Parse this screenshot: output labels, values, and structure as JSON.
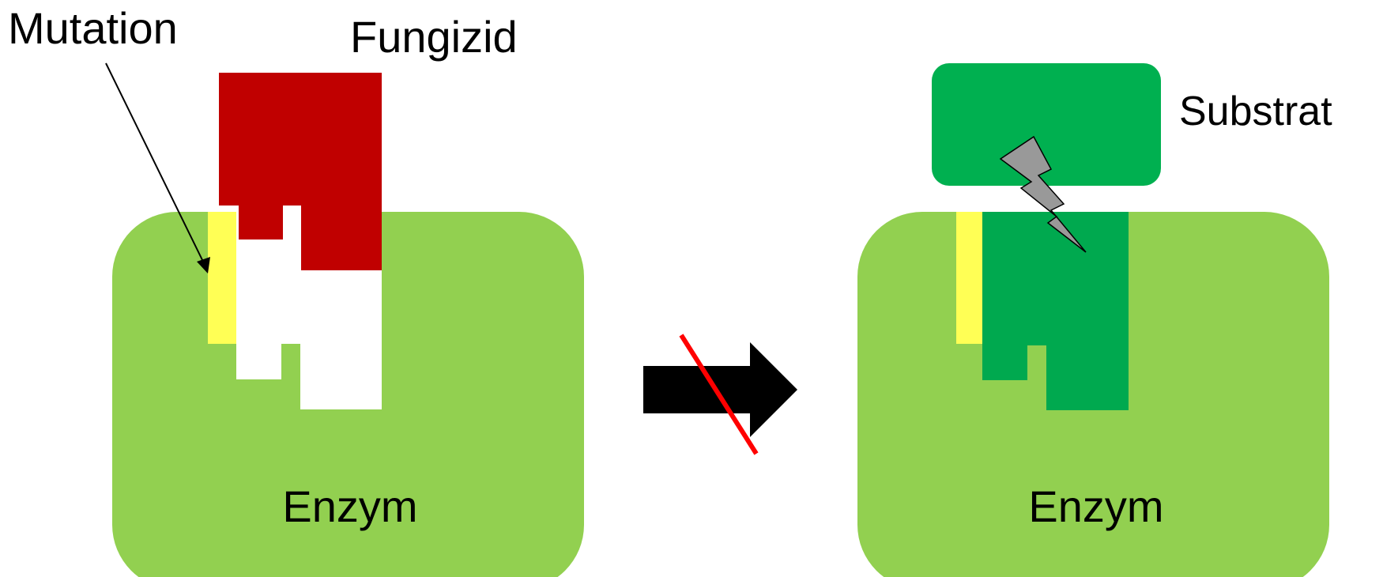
{
  "labels": {
    "mutation": "Mutation",
    "fungicide": "Fungizid",
    "substrate": "Substrat",
    "enzyme_left": "Enzym",
    "enzyme_right": "Enzym"
  },
  "colors": {
    "enzyme": "#92D050",
    "fungicide": "#C00000",
    "mutation": "#FFFF55",
    "substrate": "#00B050",
    "substrate_bound": "#00A94F",
    "bolt": "#999999",
    "blocked_cross": "#FF0000",
    "arrow": "#000000",
    "pocket": "#FFFFFF"
  },
  "icons": {
    "reaction_arrow": "right-arrow-icon",
    "blocked": "strike-line-icon",
    "reaction": "lightning-bolt-icon"
  }
}
